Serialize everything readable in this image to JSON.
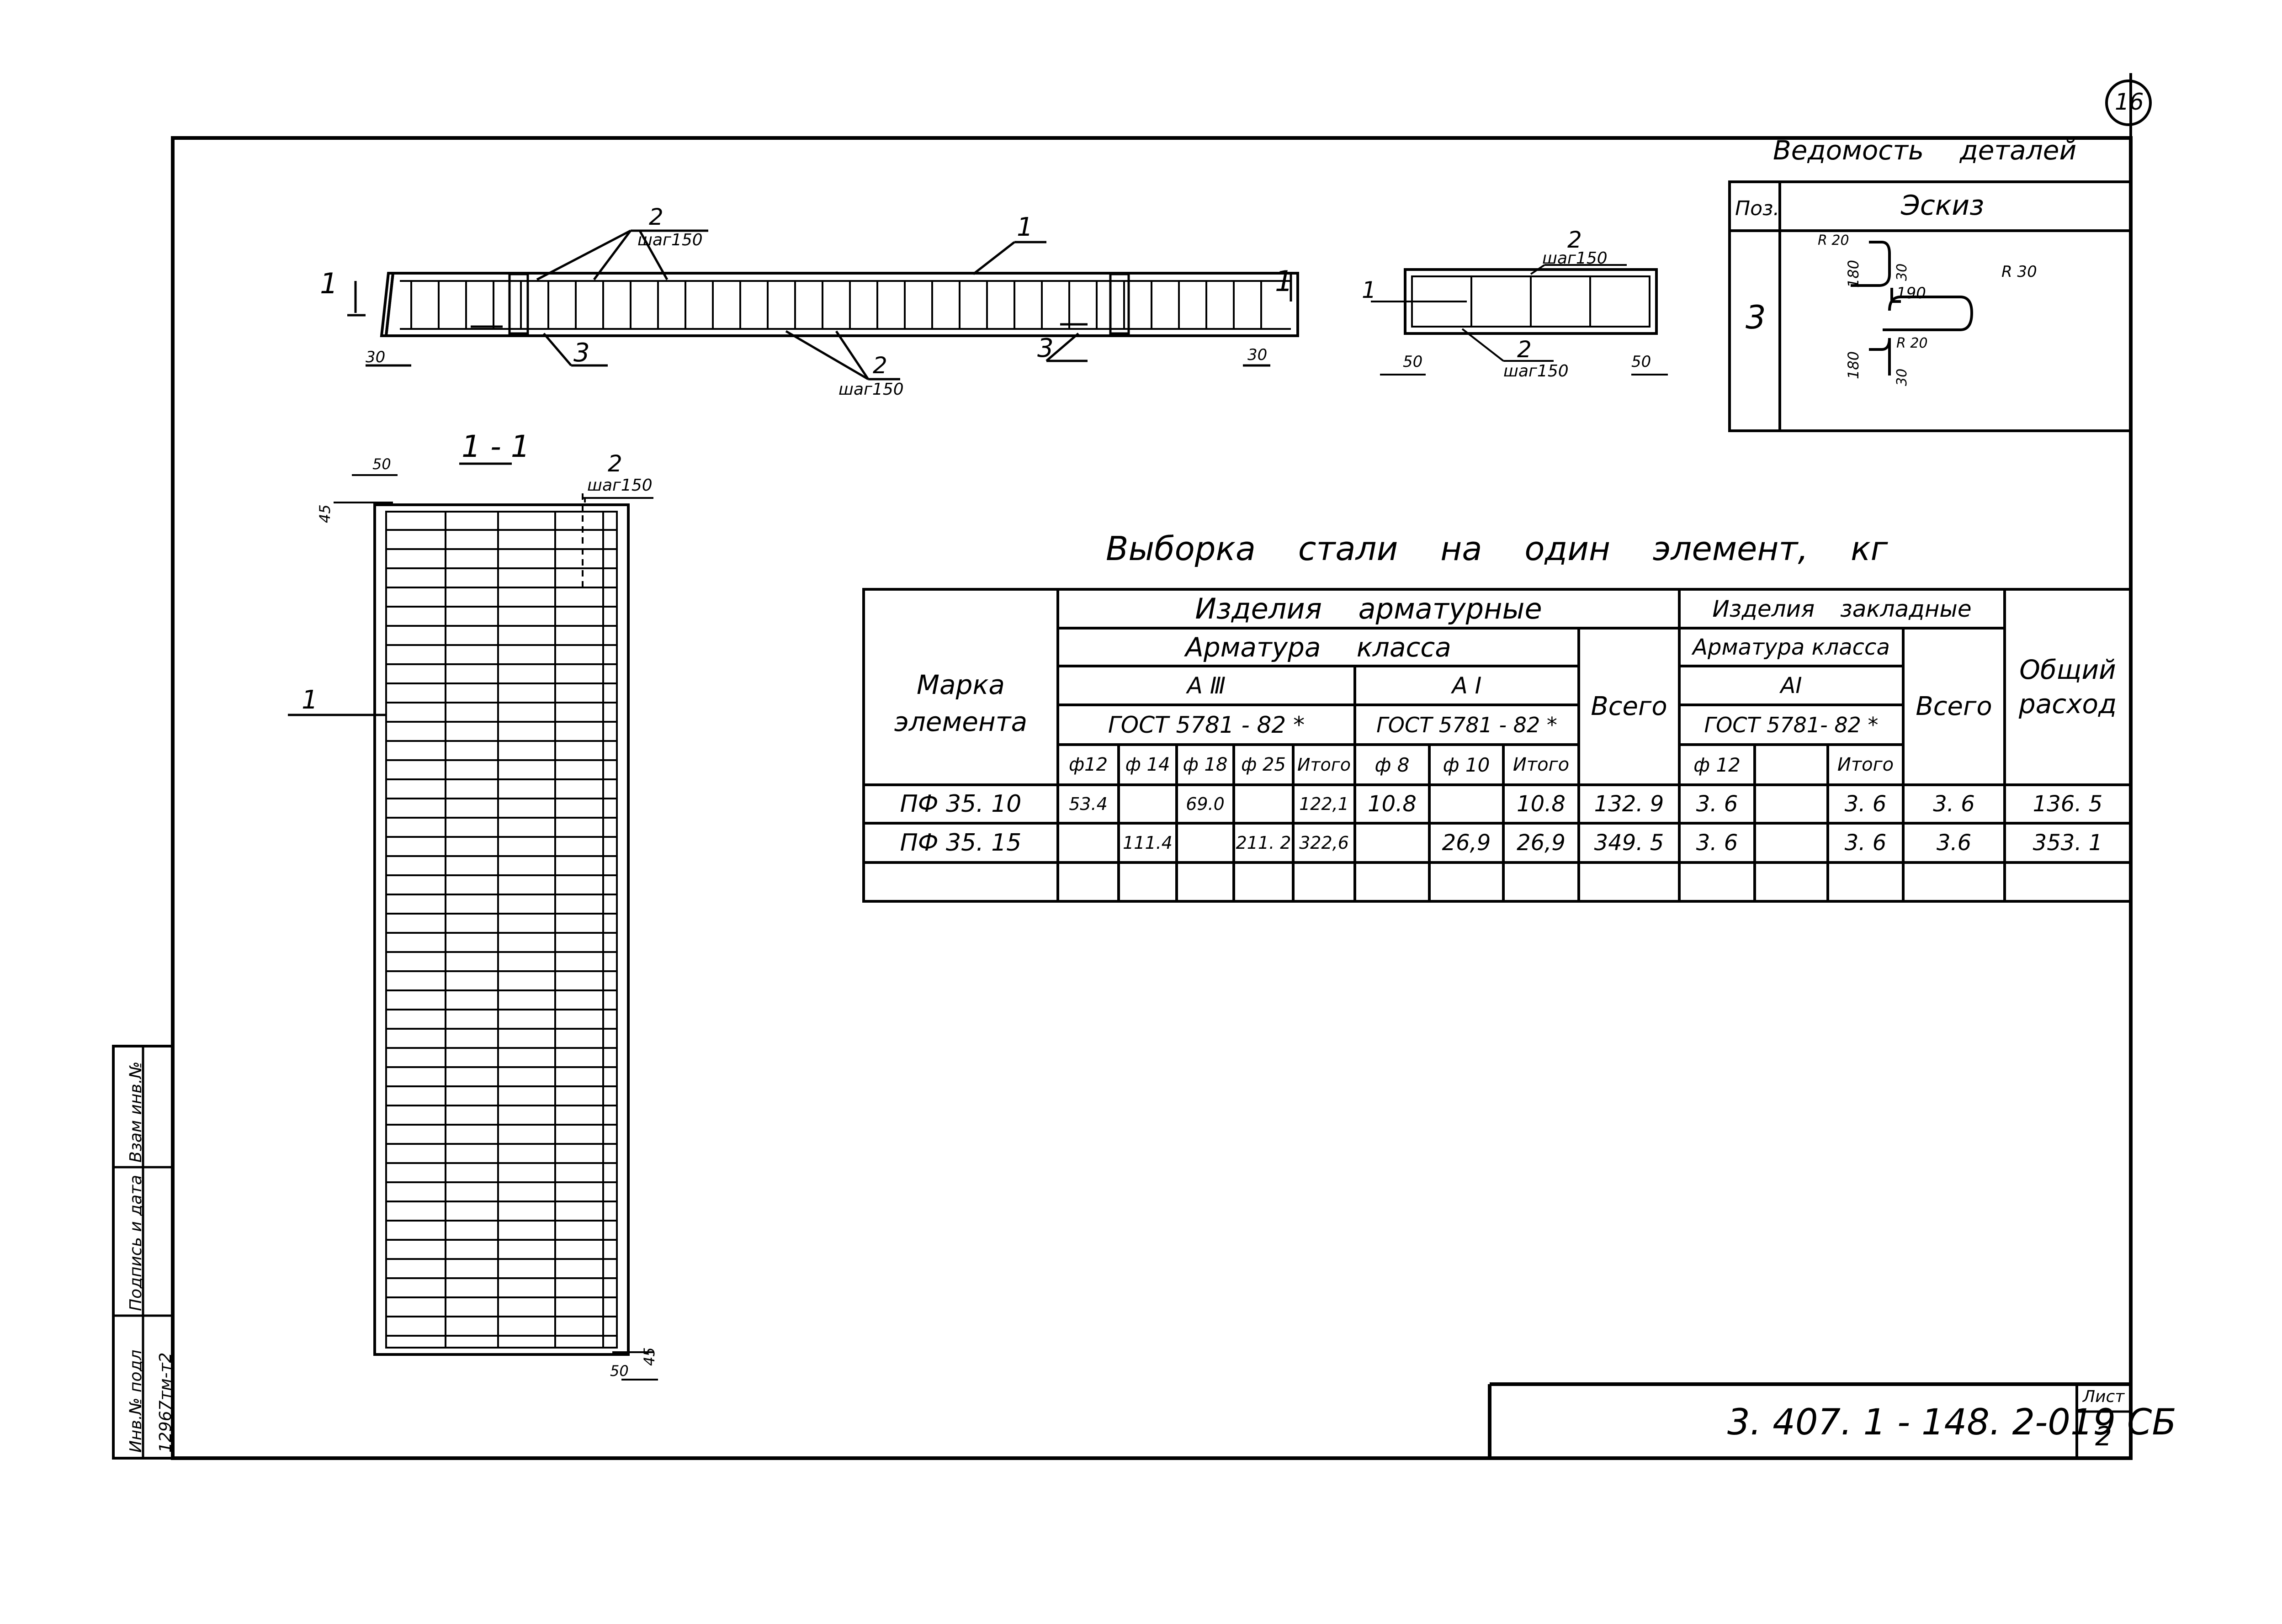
{
  "sheet": {
    "page_circle": "16",
    "doc_code": "3. 407. 1 - 148. 2-019 СБ",
    "list_label": "Лист",
    "list_number": "2"
  },
  "side_stamp": {
    "inv_orig": "Инв.№ подл",
    "sign_date": "Подпись и дата",
    "inv_replace": "Взам инв.№",
    "inv_value": "12967тм-т2"
  },
  "drawings": {
    "section_title": "1 - 1",
    "cut_mark": "1",
    "callouts": {
      "c1": "1",
      "c2": "2",
      "c3": "3",
      "step": "шаг150"
    },
    "dims": {
      "d30": "30",
      "d50": "50",
      "d45": "45"
    }
  },
  "details": {
    "title": "Ведомость деталей",
    "col_pos": "Поз.",
    "col_sketch": "Эскиз",
    "row_pos": "3",
    "sketch_labels": {
      "r20": "R 20",
      "r30": "R 30",
      "d180": "180",
      "d30": "30",
      "d190": "190"
    }
  },
  "steel": {
    "title": "Выборка стали на один элемент, кг",
    "headers": {
      "marka": "Марка элемента",
      "izd_arm": "Изделия арматурные",
      "arm_class": "Арматура класса",
      "a3": "А Ⅲ",
      "a1": "А Ⅰ",
      "gost": "ГОСТ 5781 - 82 *",
      "vsego": "Всего",
      "izd_zakl": "Изделия закладные",
      "arm_class2": "Арматура класса",
      "ai": "АI",
      "gost2": "ГОСТ 5781- 82 *",
      "vsego2": "Всего",
      "obshiy": "Общий расход",
      "sub_a3": [
        "ф12",
        "ф 14",
        "ф 18",
        "ф 25",
        "Итого"
      ],
      "sub_a1": [
        "ф 8",
        "ф 10",
        "Итого"
      ],
      "sub_ai": [
        "ф 12",
        "",
        "Итого"
      ]
    },
    "rows": [
      {
        "mark": "ПФ 35. 10",
        "cells": [
          "53.4",
          "",
          "69.0",
          "",
          "122,1",
          "10.8",
          "",
          "10.8",
          "132. 9",
          "3. 6",
          "",
          "3. 6",
          "3. 6",
          "136. 5"
        ]
      },
      {
        "mark": "ПФ 35. 15",
        "cells": [
          "",
          "111.4",
          "",
          "211. 2",
          "322,6",
          "",
          "26,9",
          "26,9",
          "349. 5",
          "3. 6",
          "",
          "3. 6",
          "3.6",
          "353. 1"
        ]
      },
      {
        "mark": "",
        "cells": [
          "",
          "",
          "",
          "",
          "",
          "",
          "",
          "",
          "",
          "",
          "",
          "",
          "",
          ""
        ]
      }
    ]
  }
}
